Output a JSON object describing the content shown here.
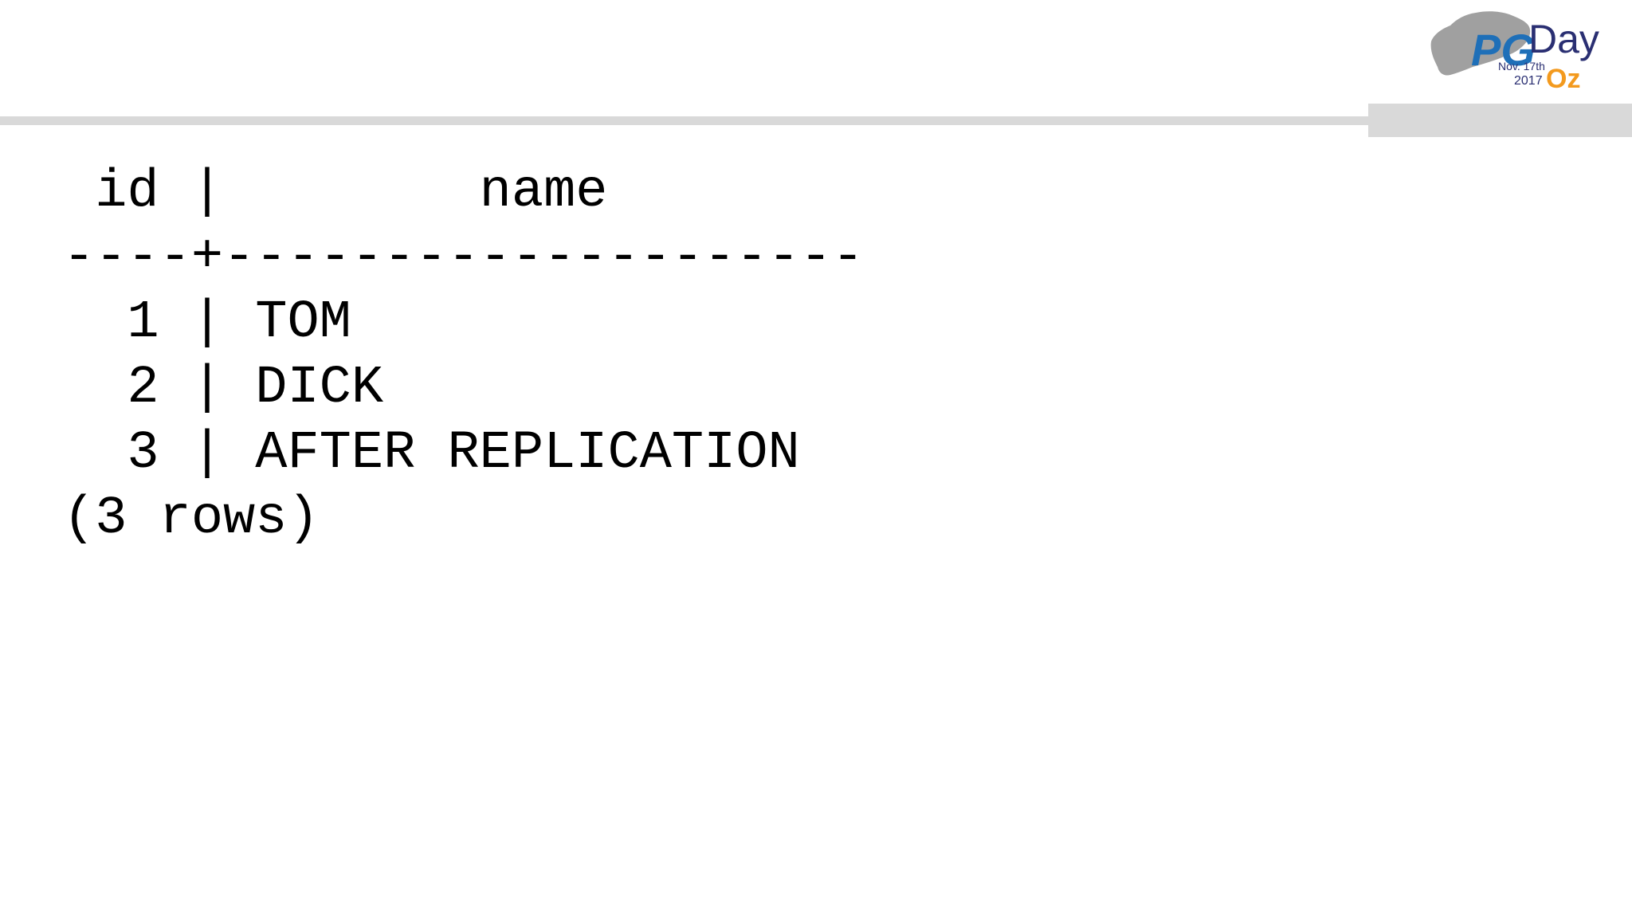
{
  "logo": {
    "part1": "PG",
    "part2": "Day",
    "date": "Nov. 17th",
    "year": "2017",
    "region": "Oz",
    "colors": {
      "blue": "#1e6fb8",
      "navy": "#2a2f72",
      "orange": "#f39a1e",
      "map_gray": "#8f8f8f"
    }
  },
  "query_result": {
    "header": " id |        name",
    "separator": "----+--------------------",
    "rows": [
      "  1 | TOM",
      "  2 | DICK",
      "  3 | AFTER REPLICATION"
    ],
    "footer": "(3 rows)"
  }
}
